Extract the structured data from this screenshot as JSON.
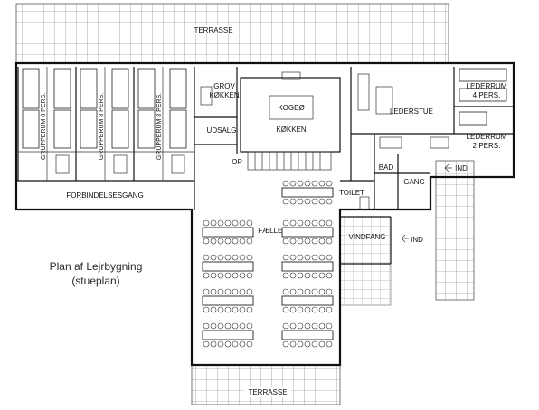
{
  "caption": {
    "line1": "Plan af Lejrbygning",
    "line2": "(stueplan)"
  },
  "labels": {
    "terrace_top": "TERRASSE",
    "terrace_bottom": "TERRASSE",
    "group_room": "GRUPPERUM 8 PERS.",
    "grovkokken_1": "GROV",
    "grovkokken_2": "KØKKEN",
    "udsalg": "UDSALG",
    "kogeo": "KOGEØ",
    "kokken": "KØKKEN",
    "op": "OP",
    "lederstue": "LEDERSTUE",
    "lederrum4_1": "LEDERRUM",
    "lederrum4_2": "4 PERS.",
    "lederrum2_1": "LEDERRUM",
    "lederrum2_2": "2 PERS.",
    "bad": "BAD",
    "gang": "GANG",
    "ind_right": "IND",
    "toilet": "TOILET",
    "forbindelsesgang": "FORBINDELSESGANG",
    "faellessal": "FÆLLESSAL",
    "vindfang": "VINDFANG",
    "ind_lower": "IND"
  }
}
